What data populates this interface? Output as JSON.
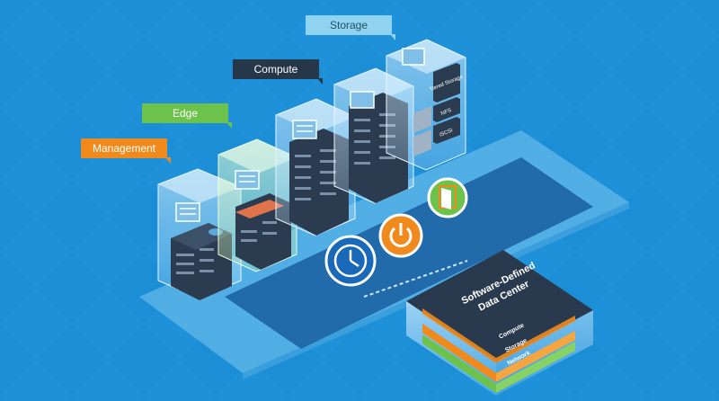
{
  "labels": {
    "management": "Management",
    "edge": "Edge",
    "compute": "Compute",
    "storage": "Storage"
  },
  "storage_box": {
    "tiered": "Tiered Storage",
    "nfs": "NFS",
    "iscsi": "iSCSI"
  },
  "sddc": {
    "title_line1": "Software-Defined",
    "title_line2": "Data Center",
    "layers": [
      "Compute",
      "Storage",
      "Network"
    ]
  },
  "icons": [
    "clock-icon",
    "power-icon",
    "door-icon"
  ],
  "colors": {
    "background": "#1c8ed6",
    "management": "#f08a1c",
    "edge": "#6cc24a",
    "compute": "#27374a",
    "storage": "#8fd3f0",
    "sddc_top": "#2a3a4e"
  }
}
